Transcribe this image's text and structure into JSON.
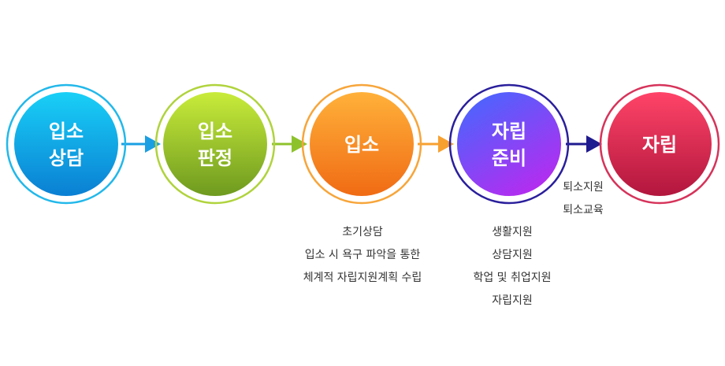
{
  "steps": [
    {
      "id": "intake-consult",
      "line1": "입소",
      "line2": "상담",
      "ring": "#22b8ea",
      "fill_top": "#19d0f7",
      "fill_bottom": "#0a7fd3"
    },
    {
      "id": "intake-decision",
      "line1": "입소",
      "line2": "판정",
      "ring": "#b0d33d",
      "fill_top": "#c9ec3a",
      "fill_bottom": "#6e9a1f"
    },
    {
      "id": "intake",
      "line1": "입소",
      "line2": "",
      "ring": "#f7a53a",
      "fill_top": "#ffb13a",
      "fill_bottom": "#f06b14"
    },
    {
      "id": "independence-prep",
      "line1": "자립",
      "line2": "준비",
      "ring": "#2a1f9c",
      "fill_top": "#3f6bff",
      "fill_bottom": "#b12ef0"
    },
    {
      "id": "independence",
      "line1": "자립",
      "line2": "",
      "ring": "#d6335a",
      "fill_top": "#ff4468",
      "fill_bottom": "#b2163d"
    }
  ],
  "arrows": [
    {
      "color": "#1a9fe3"
    },
    {
      "color": "#8ec22c"
    },
    {
      "color": "#f7a030"
    },
    {
      "color": "#1e1a8f"
    }
  ],
  "notes": {
    "intake": [
      "초기상담",
      "입소 시 욕구 파악을 통한",
      "체계적 자립지원계획 수립"
    ],
    "independence_prep": [
      "생활지원",
      "상담지원",
      "학업 및 취업지원",
      "자립지원"
    ],
    "discharge": [
      "퇴소지원",
      "퇴소교육"
    ]
  }
}
